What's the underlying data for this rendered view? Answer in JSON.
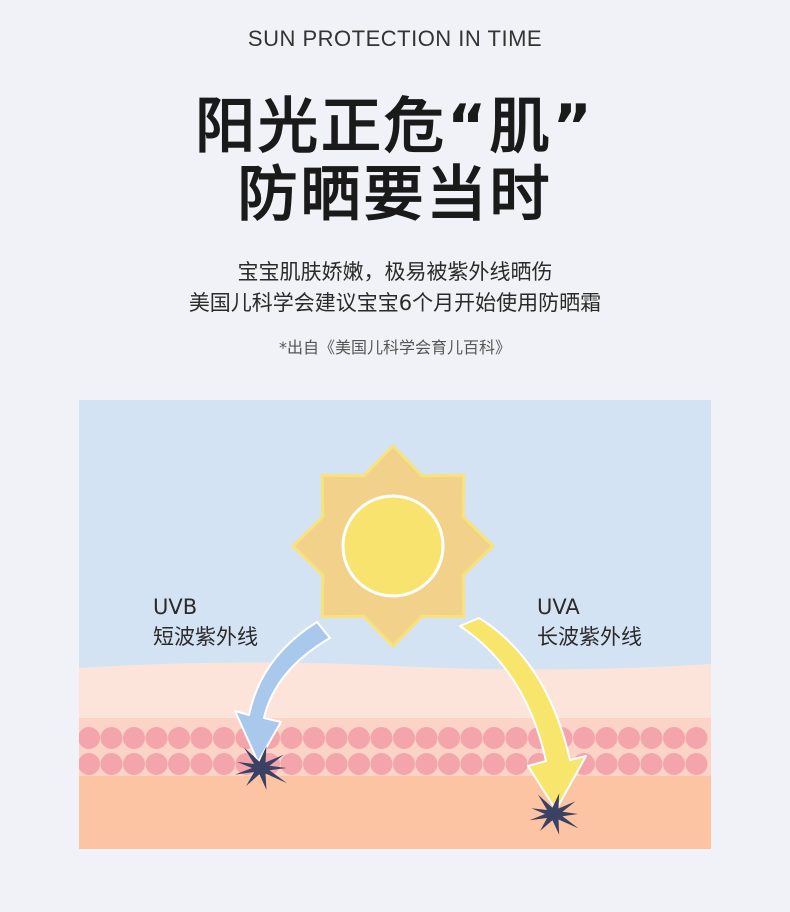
{
  "header": {
    "en_title": "SUN PROTECTION IN TIME",
    "headline_line1": "阳光正危“肌”",
    "headline_line2": "防晒要当时"
  },
  "description": {
    "line1": "宝宝肌肤娇嫩，极易被紫外线晒伤",
    "line2": "美国儿科学会建议宝宝6个月开始使用防晒霜"
  },
  "source_note": "*出自《美国儿科学会育儿百科》",
  "illustration": {
    "uvb": {
      "name": "UVB",
      "desc": "短波紫外线"
    },
    "uva": {
      "name": "UVA",
      "desc": "长波紫外线"
    },
    "colors": {
      "sky": "#d4e3f3",
      "skin_top": "#fde4db",
      "cells": "#f4a4ab",
      "skin_deep": "#fcc4a2",
      "sun_star": "#f2d28b",
      "sun_core": "#f8e36f",
      "uvb_arrow": "#a9c9ec",
      "uva_arrow": "#f8e56c",
      "burst": "#3a4163"
    }
  }
}
